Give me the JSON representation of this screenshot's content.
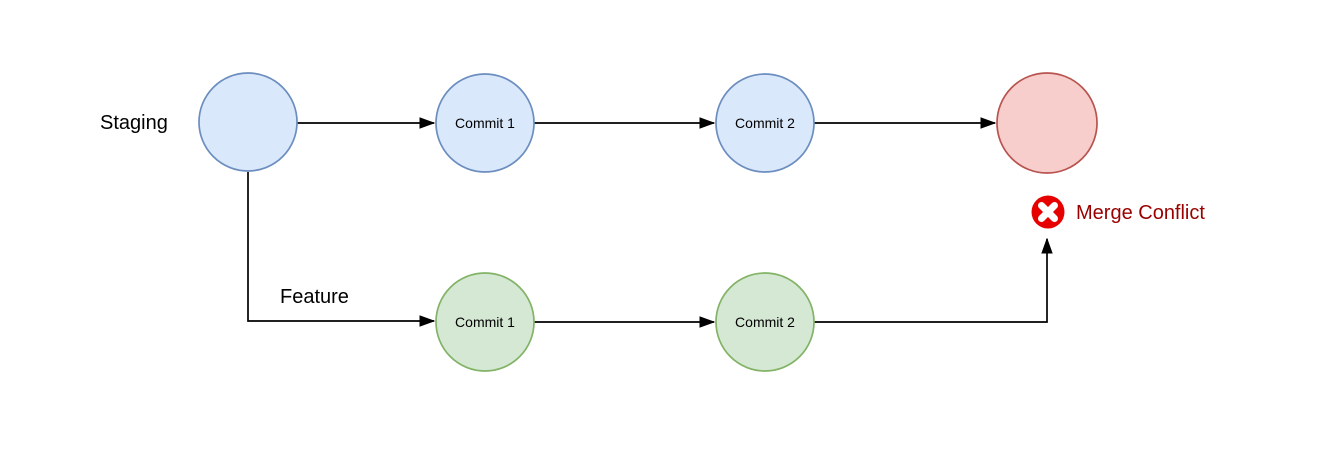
{
  "diagram": {
    "type": "git-branch-merge-conflict-flowchart",
    "background": "#ffffff",
    "labels": {
      "staging_branch": "Staging",
      "feature_branch": "Feature",
      "merge_conflict": "Merge Conflict"
    },
    "nodes": [
      {
        "id": "staging-start",
        "branch": "staging",
        "label": ""
      },
      {
        "id": "staging-commit-1",
        "branch": "staging",
        "label": "Commit 1"
      },
      {
        "id": "staging-commit-2",
        "branch": "staging",
        "label": "Commit 2"
      },
      {
        "id": "merge-result",
        "branch": "staging",
        "label": "",
        "status": "conflict"
      },
      {
        "id": "feature-commit-1",
        "branch": "feature",
        "label": "Commit 1"
      },
      {
        "id": "feature-commit-2",
        "branch": "feature",
        "label": "Commit 2"
      }
    ],
    "edges": [
      {
        "from": "staging-start",
        "to": "staging-commit-1",
        "arrow": true
      },
      {
        "from": "staging-commit-1",
        "to": "staging-commit-2",
        "arrow": true
      },
      {
        "from": "staging-commit-2",
        "to": "merge-result",
        "arrow": true
      },
      {
        "from": "staging-start",
        "to": "feature-commit-1",
        "arrow": true,
        "label": "Feature"
      },
      {
        "from": "feature-commit-1",
        "to": "feature-commit-2",
        "arrow": true
      },
      {
        "from": "feature-commit-2",
        "to": "merge-conflict-icon",
        "arrow": true
      }
    ],
    "annotation": {
      "icon": "error-x-icon",
      "label": "Merge Conflict"
    },
    "colors": {
      "staging_node_fill": "#dae8fc",
      "staging_node_stroke": "#6c8ebf",
      "feature_node_fill": "#d5e8d4",
      "feature_node_stroke": "#82b366",
      "conflict_node_fill": "#f8cecc",
      "conflict_node_stroke": "#b85450",
      "error_icon_fill": "#e60000",
      "error_icon_cross": "#ffffff",
      "conflict_text": "#990000",
      "edge_stroke": "#000000",
      "label_text": "#000000"
    }
  }
}
